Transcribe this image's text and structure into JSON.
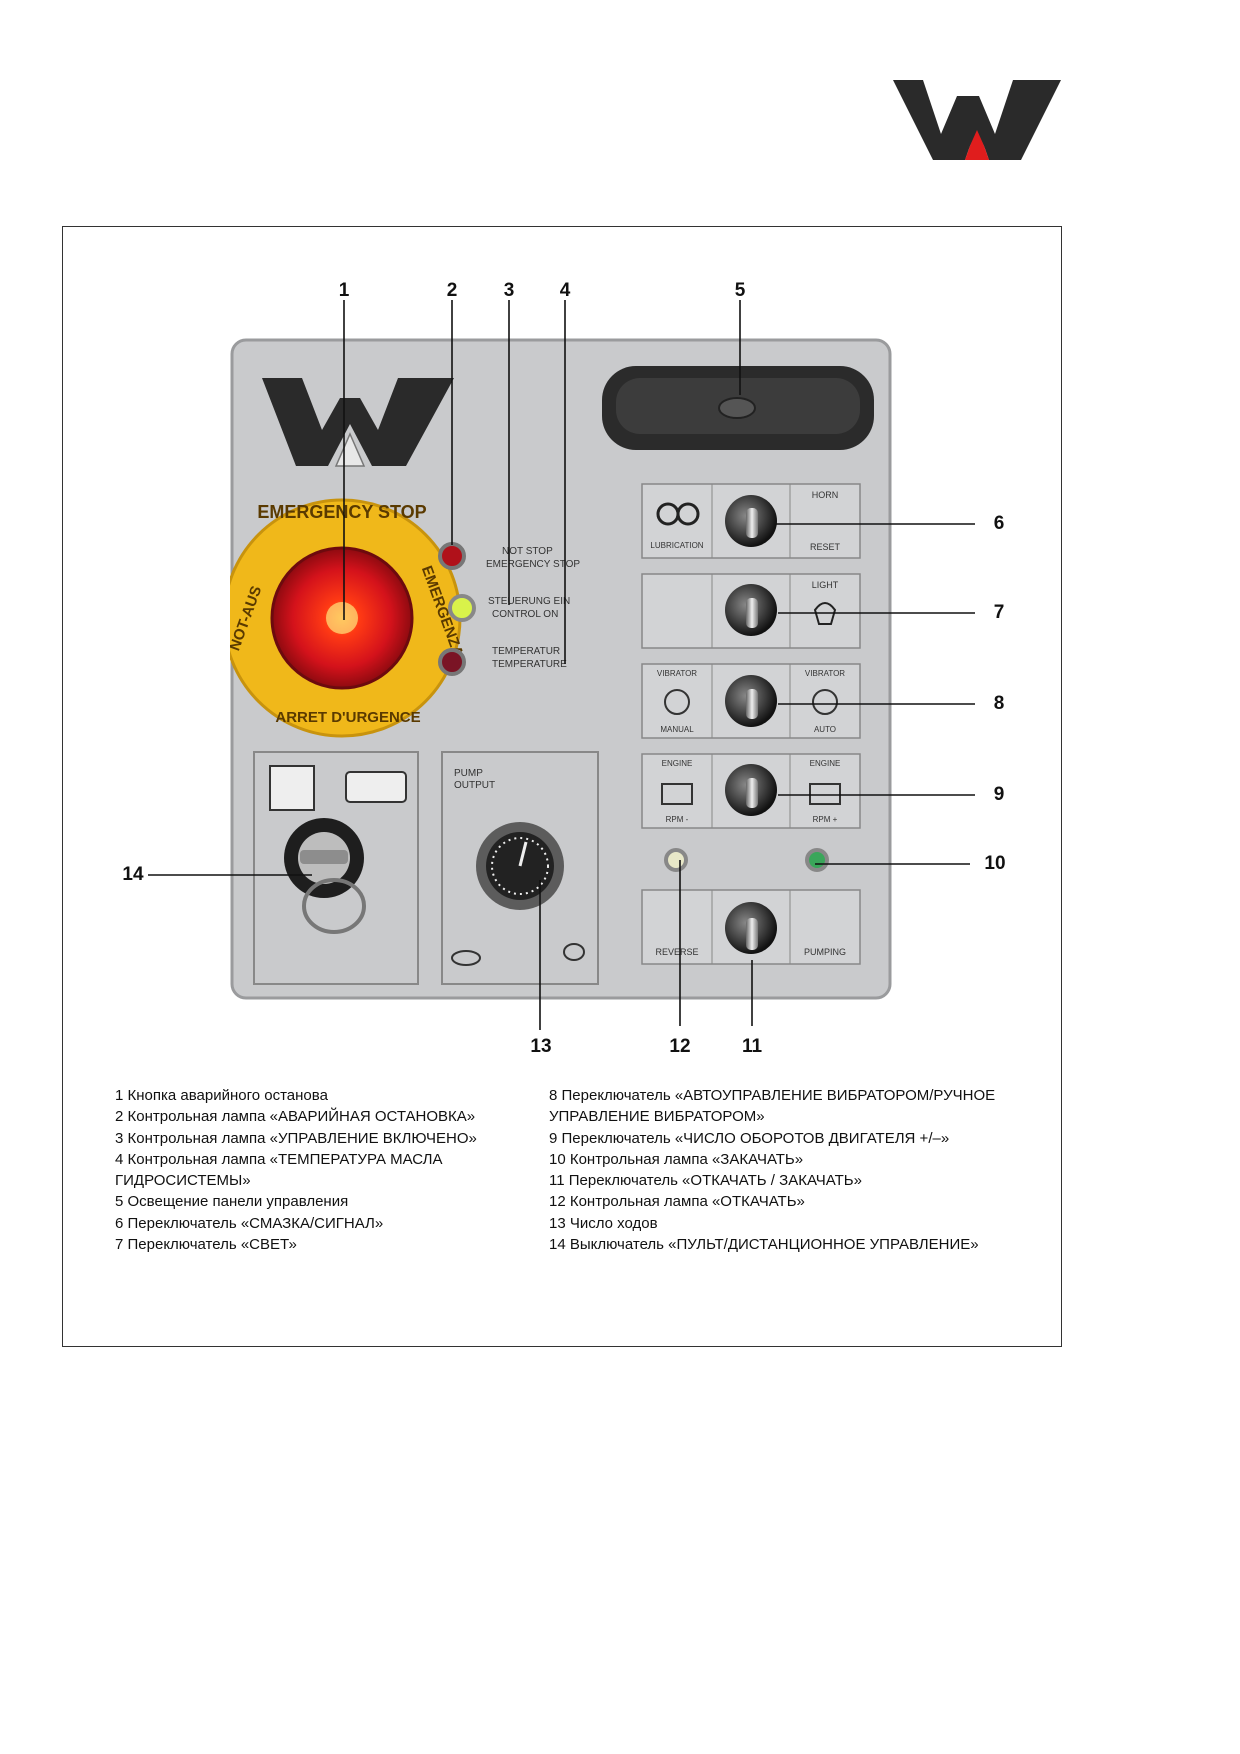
{
  "callouts": [
    {
      "n": "1"
    },
    {
      "n": "2"
    },
    {
      "n": "3"
    },
    {
      "n": "4"
    },
    {
      "n": "5"
    },
    {
      "n": "6"
    },
    {
      "n": "7"
    },
    {
      "n": "8"
    },
    {
      "n": "9"
    },
    {
      "n": "10"
    },
    {
      "n": "11"
    },
    {
      "n": "12"
    },
    {
      "n": "13"
    },
    {
      "n": "14"
    }
  ],
  "panel_labels": {
    "emergency_ring": "EMERGENCY STOP",
    "emergenza": "EMERGENZA",
    "notaus": "NOT-AUS",
    "arret": "ARRET D'URGENCE",
    "lamp2": "NOT STOP\nEMERGENCY STOP",
    "lamp3": "STEUERUNG EIN\nCONTROL ON",
    "lamp4": "TEMPERATUR\nTEMPERATURE",
    "lubrication": "LUBRICATION",
    "horn": "HORN",
    "reset": "RESET",
    "light": "LIGHT",
    "vibrator_manual_top": "VIBRATOR",
    "vibrator_manual": "MANUAL",
    "vibrator_auto_top": "VIBRATOR",
    "vibrator_auto": "AUTO",
    "engine_minus_top": "ENGINE",
    "rpm_minus": "RPM -",
    "engine_plus_top": "ENGINE",
    "rpm_plus": "RPM +",
    "pump_output": "PUMP\nOUTPUT",
    "reverse": "REVERSE",
    "pumping": "PUMPING"
  },
  "legend_left": [
    "1 Кнопка аварийного останова",
    "2 Контрольная лампа «АВАРИЙНАЯ ОСТАНОВКА»",
    "3 Контрольная лампа «УПРАВЛЕНИЕ ВКЛЮЧЕНО»",
    "4 Контрольная лампа «ТЕМПЕРАТУРА МАСЛА ГИДРОСИСТЕМЫ»",
    "5 Освещение панели управления",
    "6 Переключатель «СМАЗКА/СИГНАЛ»",
    "7 Переключатель «СВЕТ»"
  ],
  "legend_right": [
    "8 Переключатель «АВТОУПРАВЛЕНИЕ ВИБРАТОРОМ/РУЧНОЕ УПРАВЛЕНИЕ ВИБРАТОРОМ»",
    "9 Переключатель «ЧИСЛО ОБОРОТОВ ДВИГАТЕЛЯ +/–»",
    "10 Контрольная лампа «ЗАКАЧАТЬ»",
    "11 Переключатель «ОТКАЧАТЬ / ЗАКАЧАТЬ»",
    "12 Контрольная лампа «ОТКАЧАТЬ»",
    "13 Число ходов",
    "14 Выключатель «ПУЛЬТ/ДИСТАНЦИОННОЕ УПРАВЛЕНИЕ»"
  ],
  "colors": {
    "logo_dark": "#2a2a2a",
    "logo_red": "#e01d1d",
    "panel": "#c9cacc",
    "emergency_yellow": "#f0b81a",
    "emergency_red": "#d4121b"
  }
}
